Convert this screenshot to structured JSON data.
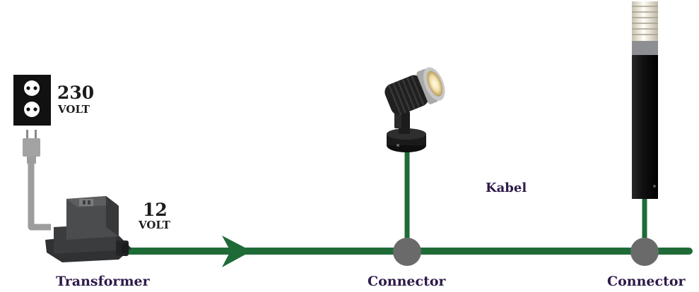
{
  "labels": {
    "socket_voltage_value": "230",
    "socket_voltage_unit": "VOLT",
    "output_voltage_value": "12",
    "output_voltage_unit": "VOLT",
    "transformer": "Transformer",
    "connector_1": "Connector",
    "connector_2": "Connector",
    "cable": "Kabel"
  },
  "colors": {
    "cable": "#1e6b38",
    "mains_lead": "#9d9d9d",
    "connector": "#6a6a6a",
    "text_dark": "#1c1c1c",
    "text_purple": "#2e1b4a",
    "socket": "#111111"
  },
  "icons": [
    "wall-socket-icon",
    "plug-icon",
    "transformer-icon",
    "spotlight-icon",
    "bollard-light-icon",
    "arrow-icon"
  ]
}
